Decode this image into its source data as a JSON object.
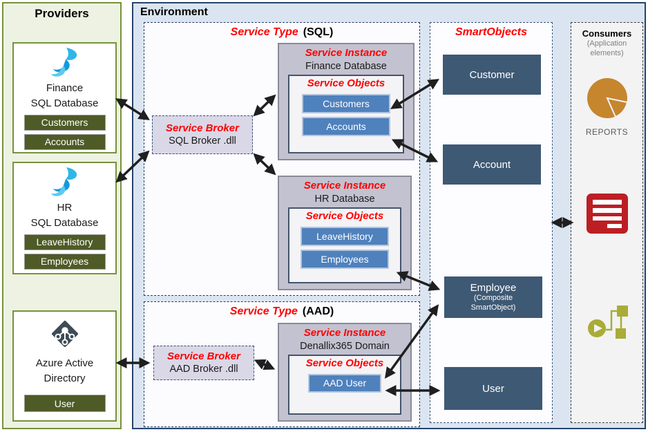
{
  "palette": {
    "provider_border": "#76923c",
    "provider_panel_bg": "#edf2e2",
    "olive_button_bg": "#4e5b26",
    "environment_bg": "#dbe5f1",
    "environment_border": "#24436b",
    "red_label": "#ff0000",
    "instance_bg": "#c3c2d0",
    "broker_bg": "#dad7e6",
    "service_object_button_bg": "#4f81bd",
    "smartobject_box_bg": "#3e5974",
    "pie_icon_color": "#c5862e",
    "form_icon_color": "#bd1e24",
    "workflow_icon_color": "#a9ac37"
  },
  "providers": {
    "title": "Providers",
    "finance": {
      "icon": "sql-server-icon",
      "name": "Finance",
      "type": "SQL Database",
      "items": [
        "Customers",
        "Accounts"
      ]
    },
    "hr": {
      "icon": "sql-server-icon",
      "name": "HR",
      "type": "SQL Database",
      "items": [
        "LeaveHistory",
        "Employees"
      ]
    },
    "azure": {
      "icon": "azure-ad-icon",
      "name": "Azure Active",
      "name2": "Directory",
      "items": [
        "User"
      ]
    }
  },
  "environment": {
    "title": "Environment",
    "sql": {
      "type_label": "Service Type",
      "type_suffix": "(SQL)",
      "broker": {
        "label": "Service Broker",
        "name": "SQL Broker .dll"
      },
      "finance_instance": {
        "label": "Service Instance",
        "name": "Finance Database",
        "objects_label": "Service Objects",
        "objects": [
          "Customers",
          "Accounts"
        ]
      },
      "hr_instance": {
        "label": "Service Instance",
        "name": "HR Database",
        "objects_label": "Service Objects",
        "objects": [
          "LeaveHistory",
          "Employees"
        ]
      }
    },
    "aad": {
      "type_label": "Service Type",
      "type_suffix": "(AAD)",
      "broker": {
        "label": "Service Broker",
        "name": "AAD Broker .dll"
      },
      "instance": {
        "label": "Service Instance",
        "name": "Denallix365 Domain",
        "objects_label": "Service Objects",
        "objects": [
          "AAD User"
        ]
      }
    }
  },
  "smartobjects": {
    "title": "SmartObjects",
    "customer": "Customer",
    "account": "Account",
    "employee": "Employee",
    "employee_sub": "(Composite SmartObject)",
    "user": "User"
  },
  "consumers": {
    "title": "Consumers",
    "subtitle": "(Application elements)",
    "reports_label": "REPORTS",
    "icons": [
      "pie-chart-icon",
      "form-icon",
      "workflow-icon"
    ]
  }
}
